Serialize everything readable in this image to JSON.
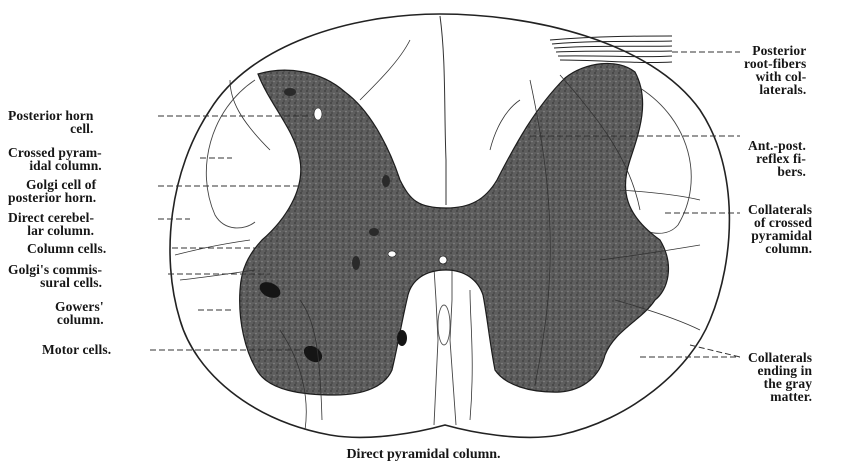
{
  "labels_left": [
    "Posterior horn\ncell.",
    "Crossed pyram-\nidal column.",
    "Golgi cell of\nposterior horn.",
    "Direct cerebel-\nlar column.",
    "Column cells.",
    "Golgi's commis-\nsural cells.",
    "Gowers'\ncolumn.",
    "Motor cells."
  ],
  "labels_right": [
    "Posterior\nroot-fibers\nwith col-\nlaterals.",
    "Ant.-post.\nreflex fi-\nbers.",
    "Collaterals\nof crossed\npyramidal\ncolumn.",
    "Collaterals\nending in\nthe gray\nmatter."
  ],
  "caption": "Direct pyramidal column.",
  "colors": {
    "ink": "#161616",
    "gray_matter": "#5a5a5a",
    "background": "#ffffff"
  }
}
